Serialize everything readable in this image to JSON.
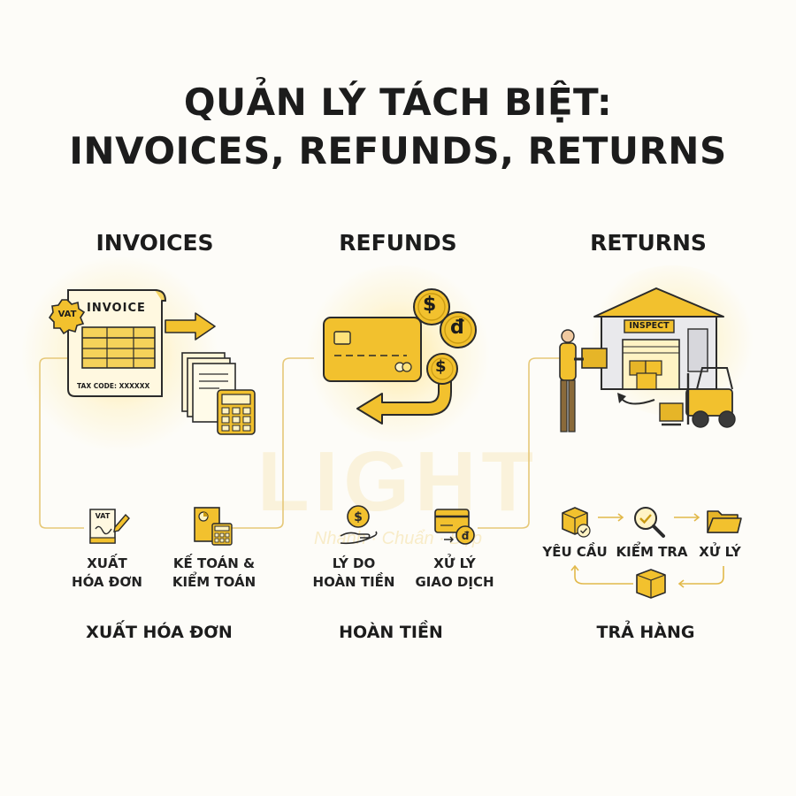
{
  "title": {
    "line1": "QUẢN LÝ TÁCH BIỆT:",
    "line2": "INVOICES, REFUNDS, RETURNS"
  },
  "watermark": {
    "logo_text": "LIGHT",
    "tagline": "Nhanh · Chuẩn · Đẹp"
  },
  "columns": {
    "invoices": {
      "heading": "INVOICES",
      "document_title": "INVOICE",
      "vat_badge": "VAT",
      "tax_code": "TAX CODE: XXXXXX",
      "steps": [
        {
          "label_line1": "XUẤT",
          "label_line2": "HÓA ĐƠN",
          "icon": "vat-doc-sign-icon",
          "icon_text": "VAT"
        },
        {
          "label_line1": "KẾ TOÁN &",
          "label_line2": "KIỂM TOÁN",
          "icon": "ledger-calculator-icon"
        }
      ],
      "footer": "XUẤT HÓA ĐƠN"
    },
    "refunds": {
      "heading": "REFUNDS",
      "coin_symbols": [
        "$",
        "đ",
        "$"
      ],
      "steps": [
        {
          "label_line1": "LÝ DO",
          "label_line2": "HOÀN TIỀN",
          "icon": "hand-coin-icon"
        },
        {
          "label_line1": "XỬ LÝ",
          "label_line2": "GIAO DỊCH",
          "icon": "card-transfer-icon"
        }
      ],
      "footer": "HOÀN TIỀN"
    },
    "returns": {
      "heading": "RETURNS",
      "warehouse_sign": "INSPECT",
      "steps": [
        {
          "label": "YÊU CẦU",
          "icon": "box-check-icon"
        },
        {
          "label": "KIỂM TRA",
          "icon": "magnifier-check-icon"
        },
        {
          "label": "XỬ LÝ",
          "icon": "folder-icon"
        }
      ],
      "cycle_icon": "box-return-icon",
      "footer": "TRẢ HÀNG"
    }
  },
  "colors": {
    "gold": "#f2c12e",
    "gold_dark": "#c99a12",
    "gold_light": "#ffe27a",
    "outline": "#2b2b2b",
    "connector": "#e6c878"
  }
}
